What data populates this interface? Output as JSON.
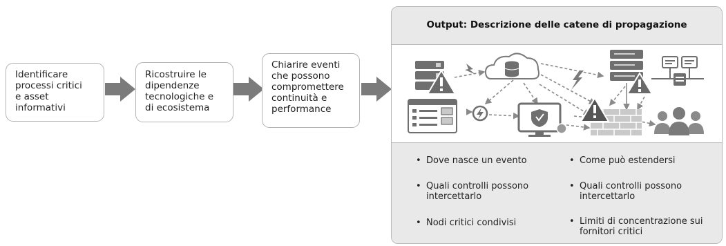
{
  "steps": [
    {
      "text": "Identificare\nprocessi critici\ne asset\ninformativi"
    },
    {
      "text": "Ricostruire le\ndipendenze\ntecnologiche e\ndi ecosistema"
    },
    {
      "text": "Chiarire eventi\nche possono\ncompromettere\ncontinuità e\nperformance"
    }
  ],
  "output": {
    "title": "Output: Descrizione delle catene di propagazione",
    "bullets_left": [
      "Dove nasce un evento",
      "Quali controlli possono intercettarlo",
      "Nodi critici condivisi"
    ],
    "bullets_right": [
      "Come può estendersi",
      "Quali controlli possono intercettarlo",
      "Limiti di concentrazione sui fornitori critici"
    ]
  },
  "colors": {
    "arrow": "#7b7b7b",
    "panel_fill": "#e9e9e9",
    "icon_dark": "#6f6f6f",
    "icon_light": "#c9c9c9"
  }
}
